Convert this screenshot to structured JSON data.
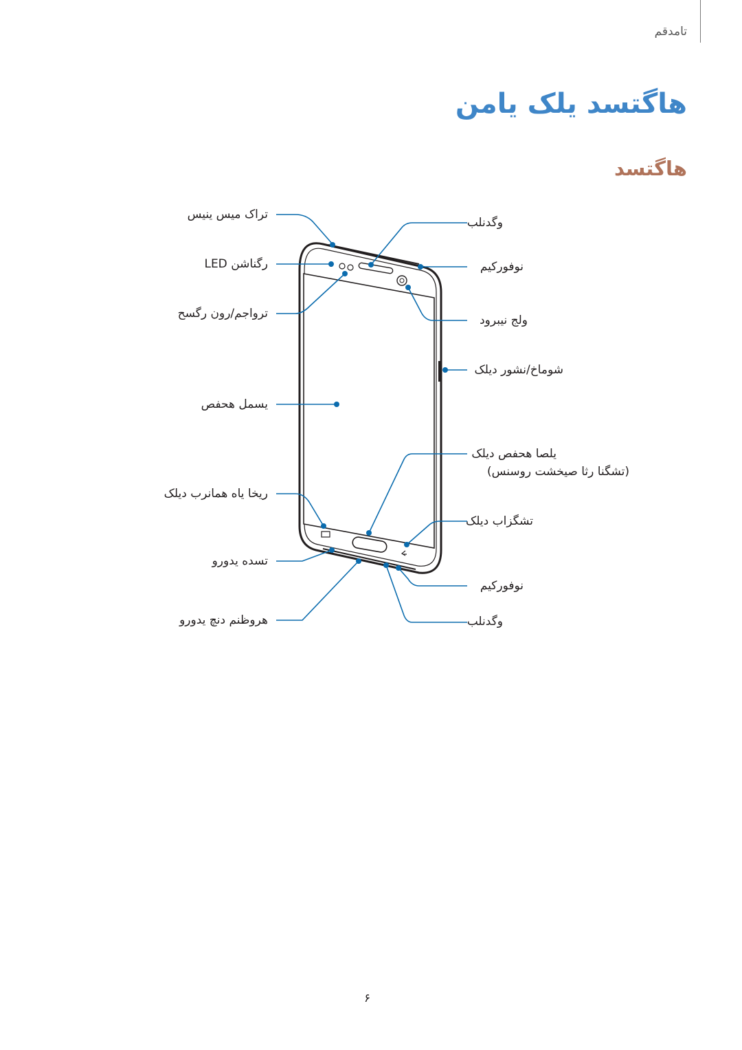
{
  "header": {
    "section": "تامدقم"
  },
  "page_title": "هاگتسد یلک یامن",
  "section_title": "هاگتسد",
  "callouts_left": [
    "تراک میس ینیس",
    "LED رگناشن",
    "ترواجم/رون رگسح",
    "یسمل هحفص",
    "ریخا یاه همانرب دیلک",
    "تسده یدورو",
    "هروظنم دنچ یدورو"
  ],
  "callouts_right": [
    "وگدنلب",
    "نوفورکیم",
    "ولج نیبرود",
    "شوماخ/نشور دیلک",
    "یلصا هحفص دیلک",
    "(تشگنا رثا صیخشت روسنس)",
    "تشگزاب دیلک",
    "نوفورکیم",
    "وگدنلب"
  ],
  "page_number": "۶",
  "colors": {
    "title": "#3f86c8",
    "section": "#b0735a",
    "callout": "#0b6cae"
  }
}
